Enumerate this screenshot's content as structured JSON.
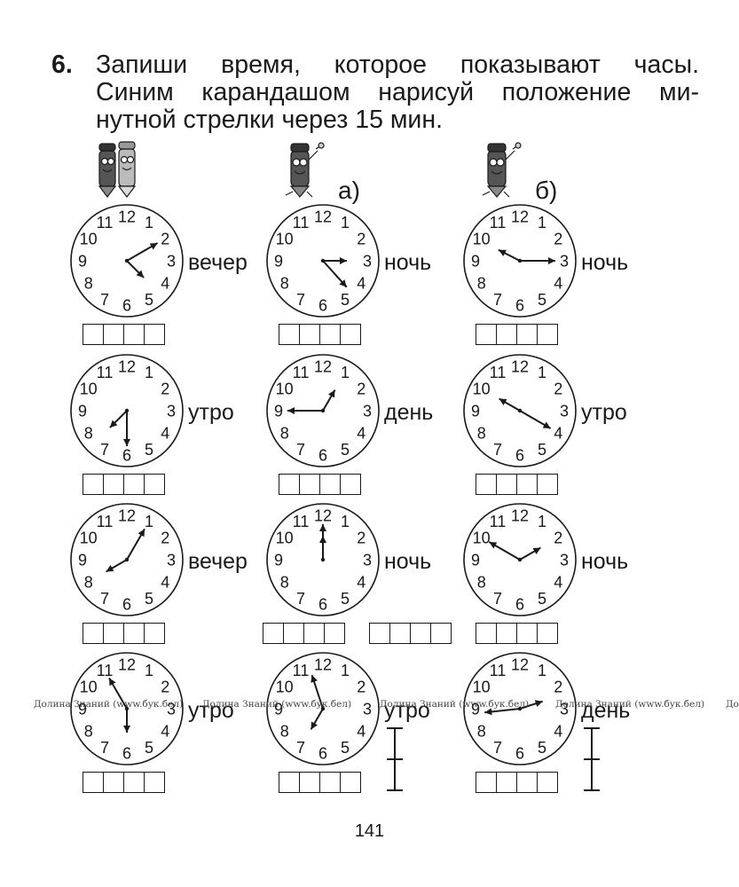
{
  "task": {
    "number": "6.",
    "lines": [
      "Запиши время, которое показывают часы.",
      "Синим карандашом нарисуй положение ми-",
      "нутной стрелки через 15 мин."
    ]
  },
  "variants": [
    "а)",
    "б)"
  ],
  "mascots": [
    "pencil-pair-mascot",
    "pencil-mascot-a",
    "pencil-mascot-b"
  ],
  "rows": [
    [
      {
        "hour": 4.5,
        "minute": 10,
        "daytime": "вечер"
      },
      {
        "hour": 3,
        "minute": 23,
        "daytime": "ночь"
      },
      {
        "hour": 9.9,
        "minute": 15,
        "daytime": "ночь"
      }
    ],
    [
      {
        "hour": 7.5,
        "minute": 30,
        "daytime": "утро"
      },
      {
        "hour": 1,
        "minute": 45,
        "daytime": "день"
      },
      {
        "hour": 10,
        "minute": 20,
        "daytime": "утро"
      }
    ],
    [
      {
        "hour": 8,
        "minute": 5,
        "daytime": "вечер"
      },
      {
        "hour": 0,
        "minute": 0,
        "daytime": "ночь"
      },
      {
        "hour": 2,
        "minute": 50,
        "daytime": "ночь"
      }
    ],
    [
      {
        "hour": 6,
        "minute": 55,
        "daytime": "утро"
      },
      {
        "hour": 7,
        "minute": 57,
        "daytime": "утро"
      },
      {
        "hour": 2.4,
        "minute": 44,
        "daytime": "день"
      }
    ]
  ],
  "watermark": "Долина Знаний (www.бук.бел)",
  "page_number": "141"
}
